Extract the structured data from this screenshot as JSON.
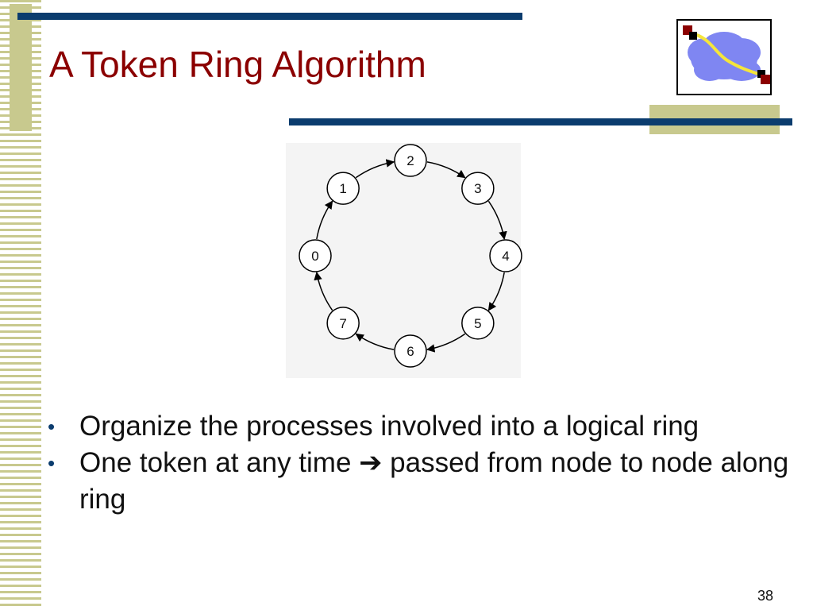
{
  "slide": {
    "title": "A Token Ring Algorithm",
    "page_number": "38"
  },
  "diagram": {
    "nodes": [
      {
        "label": "0"
      },
      {
        "label": "1"
      },
      {
        "label": "2"
      },
      {
        "label": "3"
      },
      {
        "label": "4"
      },
      {
        "label": "5"
      },
      {
        "label": "6"
      },
      {
        "label": "7"
      }
    ],
    "direction": "clockwise 0 → 1 → 2 → 3 → 4 → 5 → 6 → 7 → 0"
  },
  "bullets": [
    {
      "text": "Organize the processes involved into a logical ring"
    },
    {
      "text": "One token at any time ➔ passed from node to node along ring"
    }
  ],
  "colors": {
    "title": "#8b0000",
    "accent_bar": "#0b3c6e",
    "band": "#c8c98e",
    "logo_cloud": "#7f86f2",
    "logo_path": "#f5e53b",
    "logo_square": "#8b0000"
  },
  "icons": {
    "logo": "network-cloud-icon",
    "bullet": "bullet-dot-icon"
  }
}
